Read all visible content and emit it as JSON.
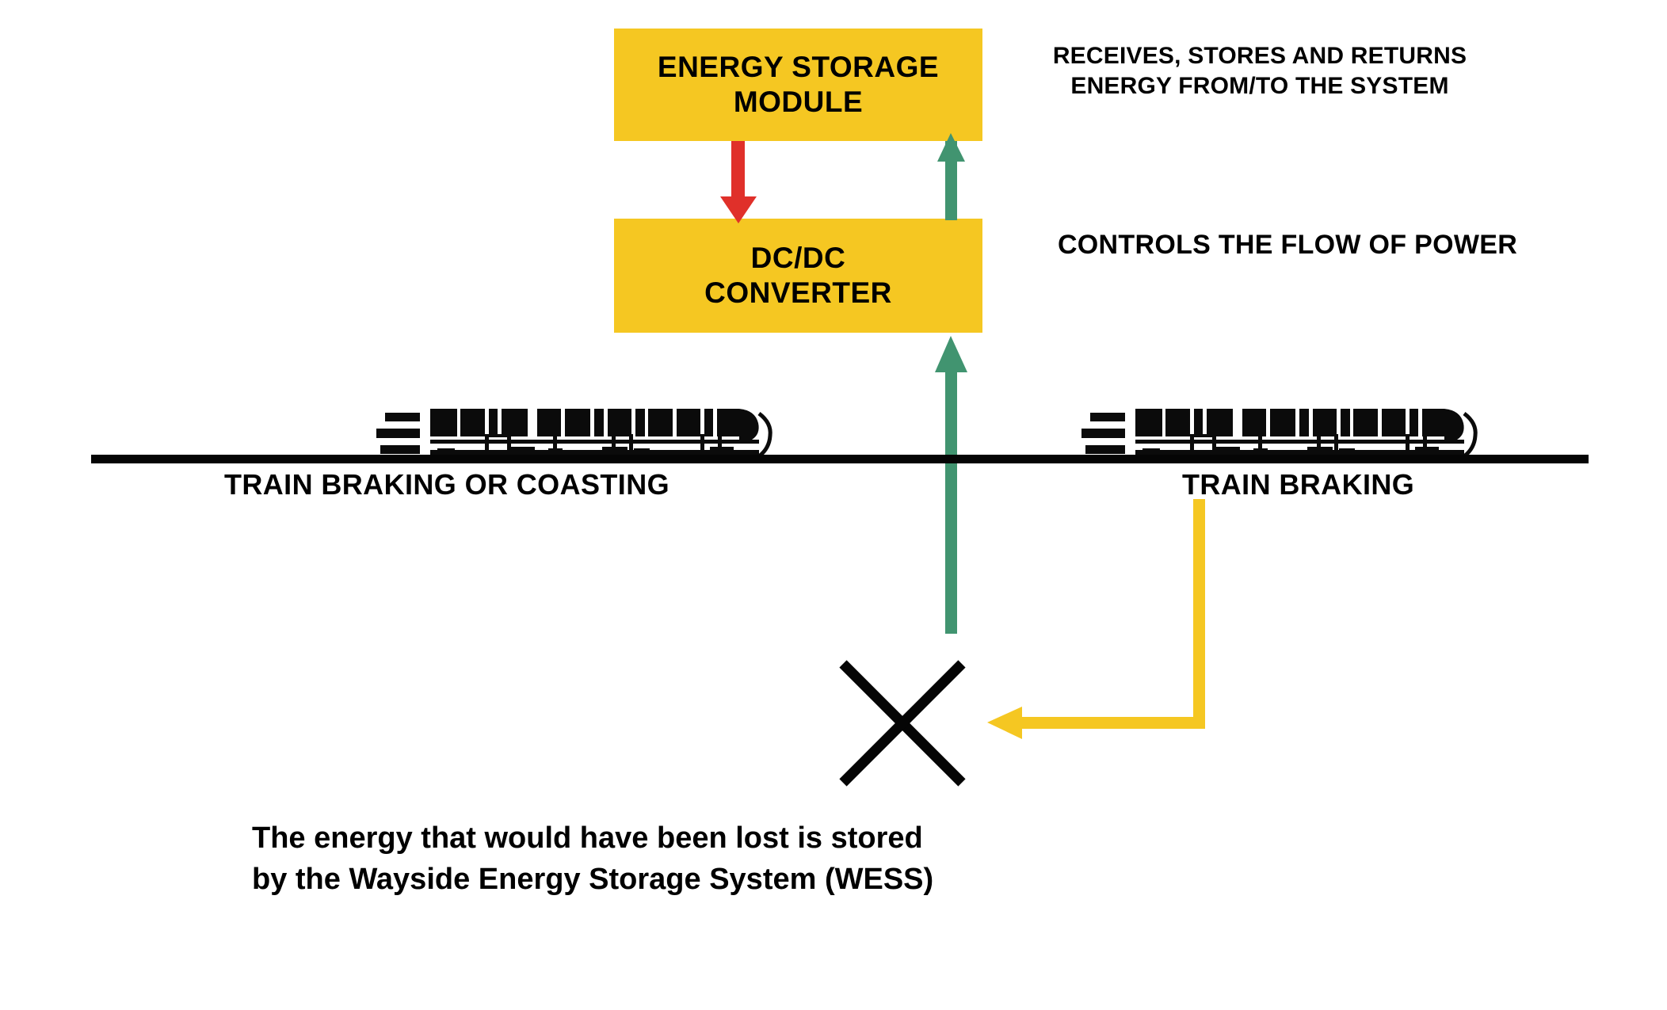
{
  "diagram": {
    "title": "Wayside Energy Storage System (WESS) energy recovery diagram",
    "colors": {
      "module_fill": "#F5C722",
      "discharge_arrow": "#E0302A",
      "charge_arrow": "#419470",
      "wasted_energy_arrow": "#F5C722",
      "track": "#050505",
      "text": "#000000",
      "background": "#FFFFFF"
    }
  },
  "modules": {
    "energy_storage": {
      "line1": "ENERGY STORAGE",
      "line2": "MODULE",
      "note_line1": "RECEIVES, STORES AND RETURNS",
      "note_line2": "ENERGY FROM/TO THE SYSTEM"
    },
    "dc_dc_converter": {
      "line1": "DC/DC",
      "line2": "CONVERTER",
      "note": "CONTROLS THE FLOW OF POWER"
    }
  },
  "track": {
    "left_label": "TRAIN BRAKING OR COASTING",
    "right_label": "TRAIN BRAKING"
  },
  "caption": {
    "line1": "The energy that would have been lost is stored",
    "line2": "by the Wayside Energy Storage System (WESS)"
  },
  "arrows": {
    "storage_to_converter": "red-down-arrow",
    "converter_to_storage": "green-up-arrow",
    "track_to_converter": "green-up-arrow",
    "braking_to_waste": "yellow-elbow-arrow"
  },
  "symbols": {
    "wasted_energy": "x-cross-icon"
  }
}
